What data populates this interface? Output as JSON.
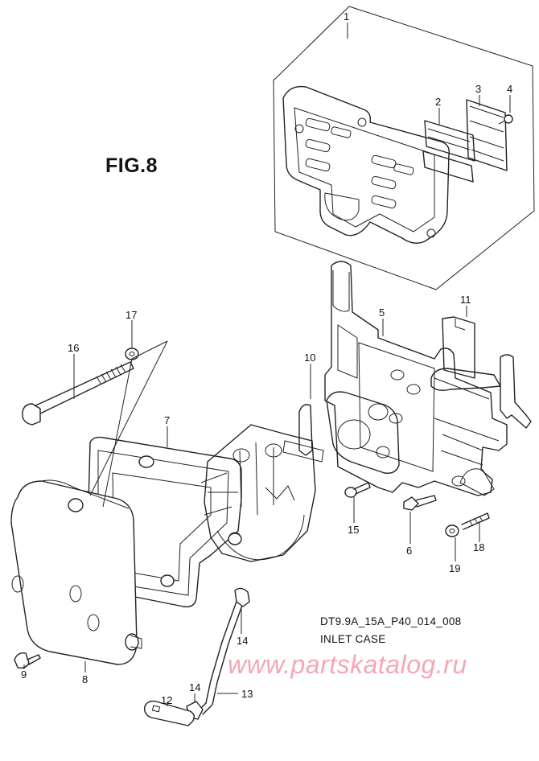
{
  "figure": {
    "title": "FIG.8",
    "drawing_code": "DT9.9A_15A_P40_014_008",
    "subtitle": "INLET CASE",
    "watermark": "www.partskatalog.ru"
  },
  "callouts": [
    {
      "id": "c1",
      "label": "1"
    },
    {
      "id": "c2",
      "label": "2"
    },
    {
      "id": "c3",
      "label": "3"
    },
    {
      "id": "c4",
      "label": "4"
    },
    {
      "id": "c5",
      "label": "5"
    },
    {
      "id": "c6",
      "label": "6"
    },
    {
      "id": "c7",
      "label": "7"
    },
    {
      "id": "c8",
      "label": "8"
    },
    {
      "id": "c9",
      "label": "9"
    },
    {
      "id": "c10",
      "label": "10"
    },
    {
      "id": "c11",
      "label": "11"
    },
    {
      "id": "c12",
      "label": "12"
    },
    {
      "id": "c13",
      "label": "13"
    },
    {
      "id": "c14a",
      "label": "14"
    },
    {
      "id": "c14b",
      "label": "14"
    },
    {
      "id": "c15",
      "label": "15"
    },
    {
      "id": "c16",
      "label": "16"
    },
    {
      "id": "c17",
      "label": "17"
    },
    {
      "id": "c18",
      "label": "18"
    },
    {
      "id": "c19",
      "label": "19"
    }
  ],
  "colors": {
    "line": "#222222",
    "watermark": "#f4a7b4",
    "background": "#ffffff"
  }
}
